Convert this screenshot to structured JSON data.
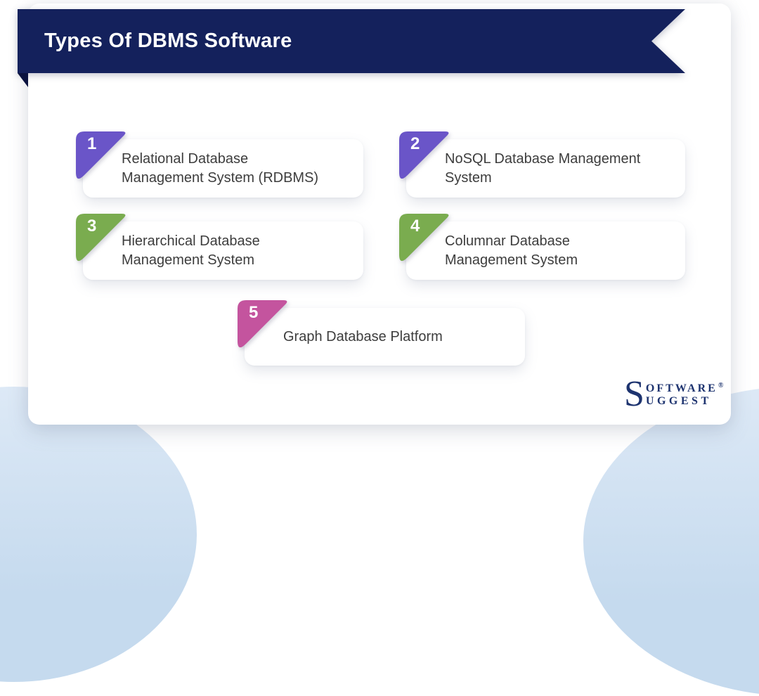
{
  "banner": {
    "title": "Types Of DBMS Software"
  },
  "items": [
    {
      "number": "1",
      "label": "Relational Database\nManagement System (RDBMS)",
      "badge_color": "#6a55c8"
    },
    {
      "number": "2",
      "label": "NoSQL Database Management\nSystem",
      "badge_color": "#6a55c8"
    },
    {
      "number": "3",
      "label": "Hierarchical Database\nManagement System",
      "badge_color": "#7aac4f"
    },
    {
      "number": "4",
      "label": "Columnar Database\nManagement System",
      "badge_color": "#7aac4f"
    },
    {
      "number": "5",
      "label": "Graph Database Platform",
      "badge_color": "#c4549e"
    }
  ],
  "logo": {
    "initial": "S",
    "line1": "OFTWARE",
    "registered": "®",
    "line2": "UGGEST",
    "color": "#1d336f"
  },
  "colors": {
    "ribbon_navy": "#14215c",
    "ribbon_fold": "#0b1340",
    "badge_purple": "#6a55c8",
    "badge_green": "#7aac4f",
    "badge_pink": "#c4549e",
    "card_text": "#3d3d3d",
    "background_blob_blue": "#c5daee"
  }
}
